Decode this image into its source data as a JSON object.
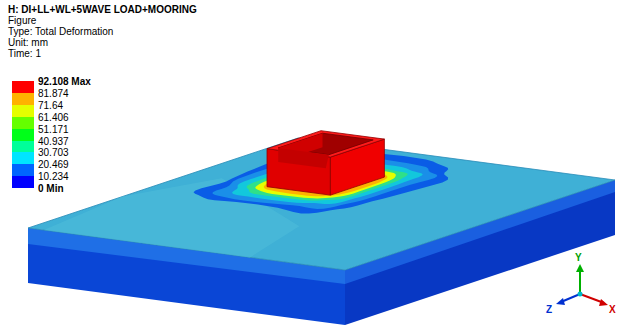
{
  "diagram": {
    "title": "H: DI+LL+WL+5WAVE LOAD+MOORING",
    "labels": [
      "Figure",
      "Type: Total Deformation",
      "Unit: mm",
      "Time: 1",
      "0 Min",
      "Y",
      "Z",
      "X"
    ],
    "legend": [
      {
        "text": "92.108 Max",
        "color": "#ff0000"
      },
      {
        "text": "81.874",
        "color": "#ffb200"
      },
      {
        "text": "71.64",
        "color": "#e5ff00"
      },
      {
        "text": "61.406",
        "color": "#65ff00"
      },
      {
        "text": "51.171",
        "color": "#00ff19"
      },
      {
        "text": "40.937",
        "color": "#00ff99"
      },
      {
        "text": "30.703",
        "color": "#00e5ff"
      },
      {
        "text": "20.469",
        "color": "#0065ff"
      },
      {
        "text": "10.234",
        "color": "#0000ff"
      }
    ]
  }
}
